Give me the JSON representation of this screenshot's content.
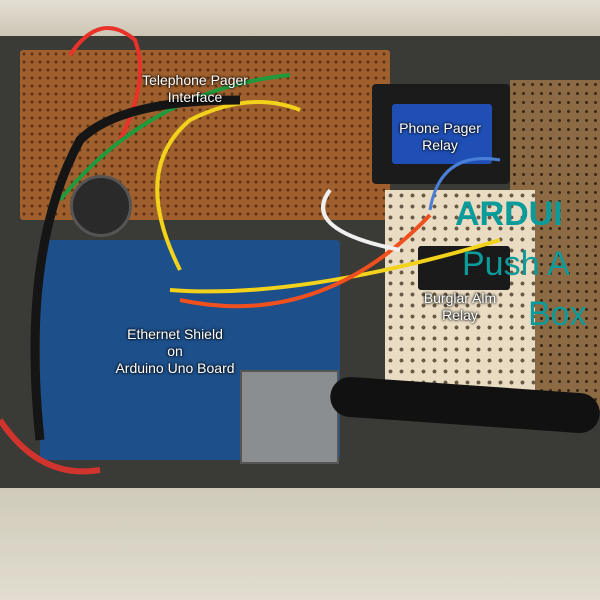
{
  "labels": {
    "telephone_pager": [
      "Telephone Pager",
      "Interface"
    ],
    "phone_pager_relay": [
      "Phone Pager",
      "Relay"
    ],
    "burglar_relay": [
      "Burglar Alm",
      "Relay"
    ],
    "ethernet_shield": [
      "Ethernet Shield",
      "on",
      "Arduino Uno Board"
    ]
  },
  "title_overlay": [
    "ARDUI",
    "Push A",
    "Box"
  ],
  "colors": {
    "title": "#0b9b9b",
    "label": "#ffffff"
  }
}
